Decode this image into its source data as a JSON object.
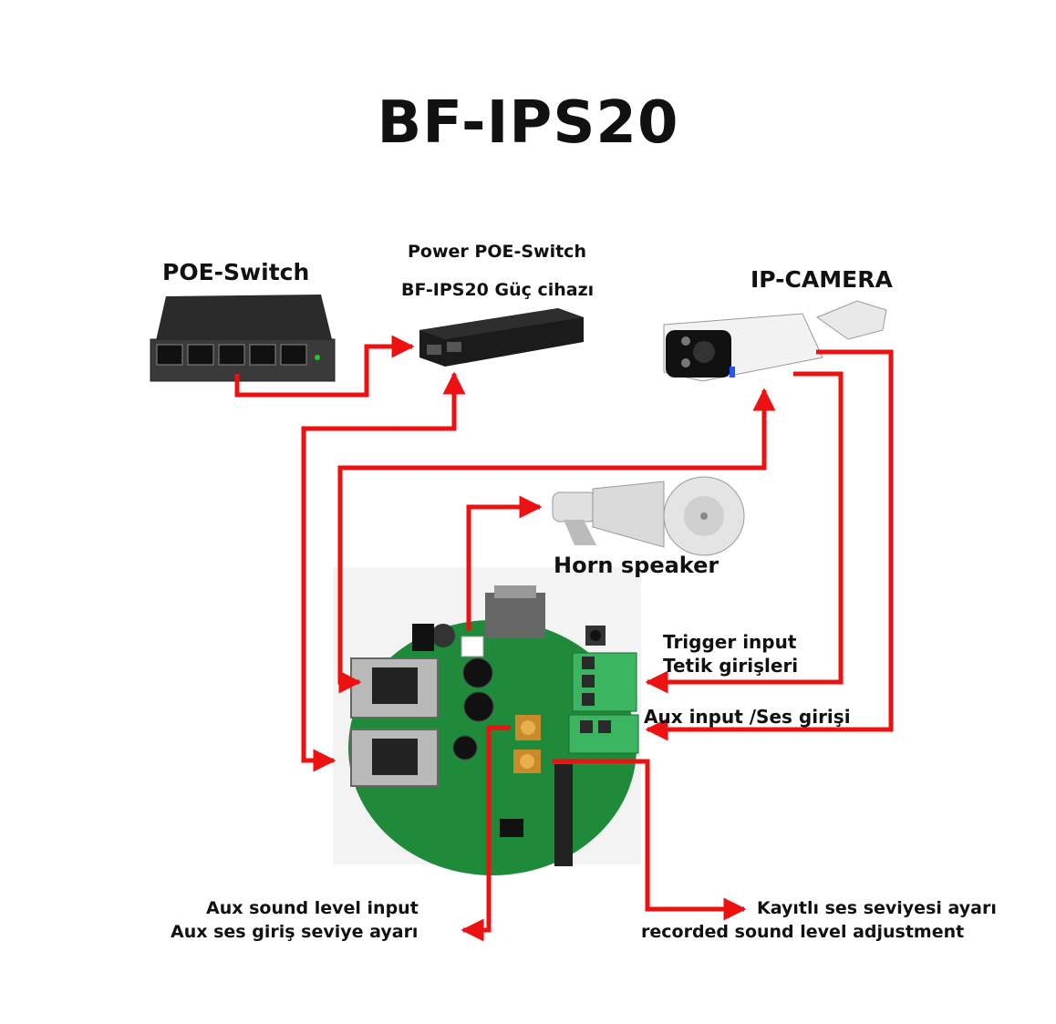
{
  "title": "BF-IPS20",
  "labels": {
    "poe_switch": "POE-Switch",
    "power_line1": "Power POE-Switch",
    "power_line2": "BF-IPS20 Güç cihazı",
    "ip_camera": "IP-CAMERA",
    "horn_speaker": "Horn speaker",
    "trigger_line1": "Trigger input",
    "trigger_line2": "Tetik girişleri",
    "aux_input": "Aux input /Ses girişi",
    "aux_level_line1": "Aux sound level input",
    "aux_level_line2": "Aux ses giriş seviye ayarı",
    "recorded_line1": "Kayıtlı ses seviyesi ayarı",
    "recorded_line2": "recorded sound level adjustment"
  },
  "colors": {
    "wire": "#ee1111",
    "pcb": "#1f8a3a",
    "terminal": "#3cb561"
  }
}
